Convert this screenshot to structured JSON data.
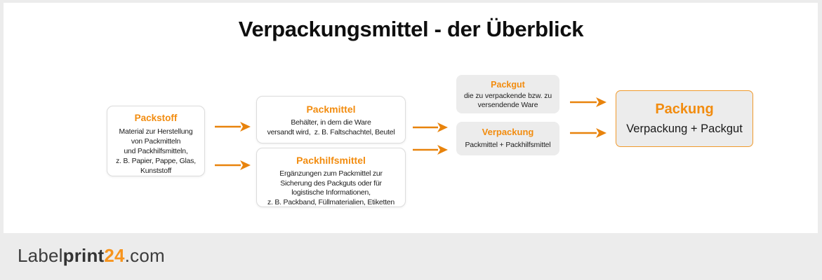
{
  "title": "Verpackungsmittel - der Überblick",
  "colors": {
    "heading_orange": "#F28C0F",
    "arrow_orange": "#E8830C",
    "packung_border": "#F09A2C",
    "gray_box_bg": "#ECECEC",
    "frame_gray": "#ECECEC",
    "title_black": "#0E0E0E",
    "logo_orange": "#F7941D",
    "logo_dark": "#3C3C3C"
  },
  "boxes": {
    "packstoff": {
      "title": "Packstoff",
      "body": "Material zur Herstellung\nvon Packmitteln\nund Packhilfsmitteln,\nz. B. Papier, Pappe, Glas,\nKunststoff"
    },
    "packmittel": {
      "title": "Packmittel",
      "body": "Behälter, in dem die Ware\nversandt wird,  z. B. Faltschachtel, Beutel"
    },
    "packhilfsmittel": {
      "title": "Packhilfsmittel",
      "body": "Ergänzungen zum Packmittel zur\nSicherung des Packguts oder für\nlogistische Informationen,\nz. B. Packband, Füllmaterialien, Etiketten"
    },
    "packgut": {
      "title": "Packgut",
      "body": "die zu verpackende bzw. zu\nversendende Ware"
    },
    "verpackung": {
      "title": "Verpackung",
      "body": "Packmittel + Packhilfsmittel"
    },
    "packung": {
      "title": "Packung",
      "body": "Verpackung + Packgut"
    }
  },
  "logo": {
    "part1": "Label",
    "part2": "print",
    "part3": "24",
    "part4": ".com"
  }
}
